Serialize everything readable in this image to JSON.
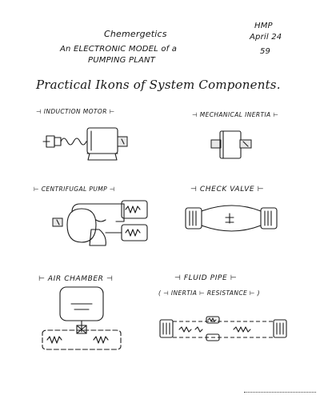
{
  "header": {
    "title": "Chemergetics",
    "subtitle_line1": "An ELECTRONIC MODEL of a",
    "subtitle_line2": "PUMPING PLANT",
    "initials": "HMP",
    "date": "April 24",
    "year": "59"
  },
  "heading": "Practical Ikons of System Components.",
  "components": [
    {
      "label": "⊣ INDUCTION MOTOR ⊢",
      "icon": "induction-motor-icon"
    },
    {
      "label": "⊣ MECHANICAL INERTIA ⊢",
      "icon": "mechanical-inertia-icon"
    },
    {
      "label": "⊢ CENTRIFUGAL PUMP ⊣",
      "icon": "centrifugal-pump-icon"
    },
    {
      "label": "⊣ CHECK VALVE ⊢",
      "icon": "check-valve-icon"
    },
    {
      "label": "⊢ AIR CHAMBER ⊣",
      "icon": "air-chamber-icon"
    },
    {
      "label": "⊣ FLUID PIPE ⊢",
      "icon": "fluid-pipe-icon"
    }
  ],
  "pipe_detail": "( ⊣ INERTIA ⊢ RESISTANCE ⊢ )",
  "colors": {
    "ink": "#1b1b1b",
    "paper": "#ffffff"
  }
}
